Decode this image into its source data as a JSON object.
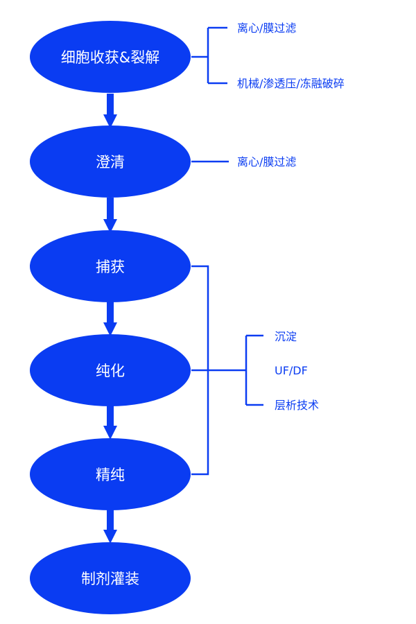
{
  "colors": {
    "primary": "#0a3cf2",
    "node_text": "#ffffff",
    "background": "#ffffff"
  },
  "steps": [
    {
      "label": "细胞收获&裂解"
    },
    {
      "label": "澄清"
    },
    {
      "label": "捕获"
    },
    {
      "label": "纯化"
    },
    {
      "label": "精纯"
    },
    {
      "label": "制剂灌装"
    }
  ],
  "notes": {
    "harvest_top": "离心/膜过滤",
    "harvest_bottom": "机械/渗透压/冻融破碎",
    "clarify": "离心/膜过滤",
    "purify_options": [
      "沉淀",
      "UF/DF",
      "层析技术"
    ]
  }
}
